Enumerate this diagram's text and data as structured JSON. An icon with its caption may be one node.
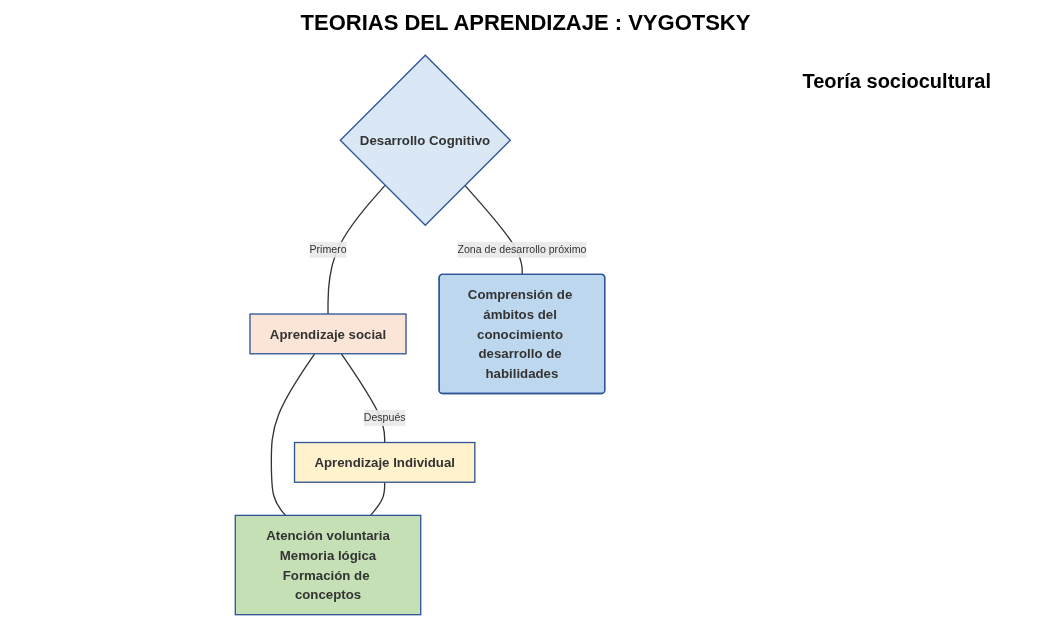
{
  "diagram": {
    "title": "TEORIAS DEL APRENDIZAJE : VYGOTSKY",
    "nodes": [
      {
        "text": [
          "Desarrollo Cognitivo"
        ]
      },
      {
        "text": [
          "Aprendizaje social"
        ]
      },
      {
        "text": [
          "Aprendizaje Individual"
        ]
      },
      {
        "text": [
          "Atención voluntaria",
          "Memoria lógica",
          "Formación de conceptos"
        ]
      },
      {
        "text": [
          "Comprensión de ámbitos del conocimiento desarrollo de habilidades"
        ]
      }
    ],
    "edges": [
      {
        "from": 0,
        "to": 1,
        "arrow": "none",
        "label": "Primero"
      },
      {
        "from": 1,
        "to": 2,
        "arrow": "none",
        "label": "Después"
      },
      {
        "from": 1,
        "to": 3,
        "arrow": "none"
      },
      {
        "from": 2,
        "to": 3,
        "arrow": "none"
      },
      {
        "from": 0,
        "to": 4,
        "arrow": "none",
        "label": "Zona de desarrollo próximo"
      }
    ],
    "labels": [
      "Teoría sociocultural"
    ]
  }
}
